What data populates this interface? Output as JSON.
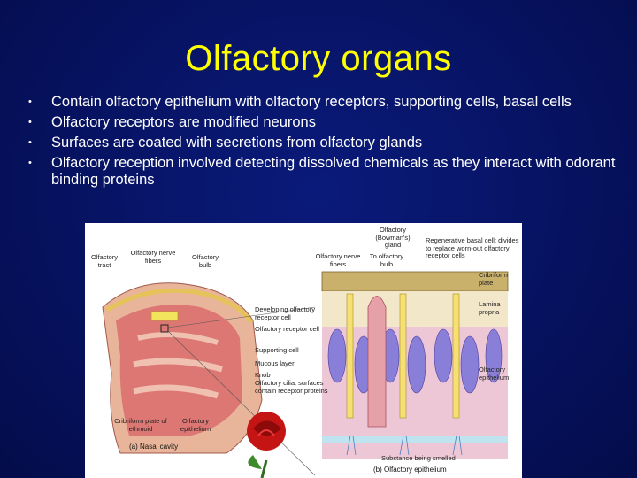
{
  "slide": {
    "title": "Olfactory organs",
    "bullets": [
      "Contain olfactory epithelium with olfactory receptors, supporting cells, basal cells",
      "Olfactory receptors are modified neurons",
      "Surfaces are coated with secretions from olfactory glands",
      "Olfactory reception involved detecting dissolved chemicals as they interact with odorant binding proteins"
    ],
    "bullet_glyph": "•",
    "colors": {
      "background": "#071466",
      "title": "#ffff00",
      "text": "#ffffff"
    }
  },
  "figure": {
    "labels_a": {
      "olfactory_tract": "Olfactory tract",
      "olfactory_nerve_fibers": "Olfactory nerve fibers",
      "olfactory_bulb": "Olfactory bulb",
      "cribriform_plate": "Cribriform plate of ethmoid",
      "olfactory_epithelium": "Olfactory epithelium",
      "caption": "(a) Nasal cavity"
    },
    "labels_b": {
      "bowmans_gland": "Olfactory (Bowman's) gland",
      "olfactory_nerve_fibers": "Olfactory nerve fibers",
      "to_olfactory_bulb": "To olfactory bulb",
      "regenerative_basal_cell": "Regenerative basal cell: divides to replace worn-out olfactory receptor cells",
      "cribriform_plate": "Cribriform plate",
      "lamina_propria": "Lamina propria",
      "developing_receptor": "Developing olfactory receptor cell",
      "olfactory_receptor_cell": "Olfactory receptor cell",
      "supporting_cell": "Supporting cell",
      "mucous_layer": "Mucous layer",
      "knob": "Knob",
      "olfactory_cilia": "Olfactory cilia: surfaces contain receptor proteins",
      "olfactory_epithelium": "Olfactory epithelium",
      "substance": "Substance being smelled",
      "caption": "(b) Olfactory epithelium"
    }
  }
}
